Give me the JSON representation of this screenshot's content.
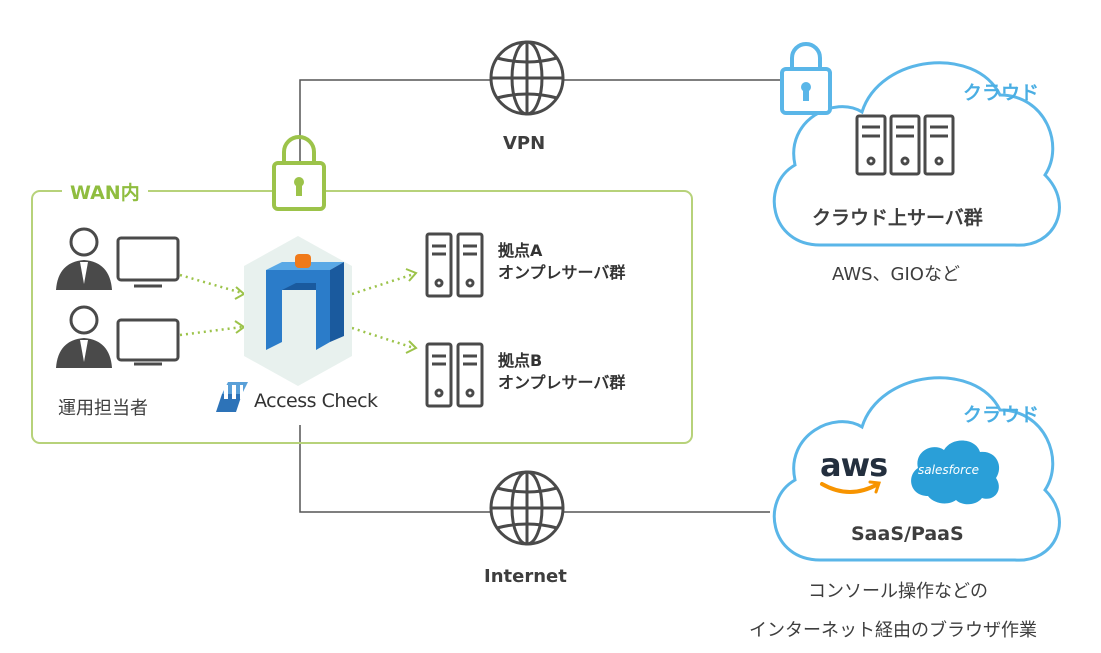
{
  "wan": {
    "label": "WAN内"
  },
  "operators": {
    "label": "運用担当者"
  },
  "product": {
    "name": "Access Check"
  },
  "sites": [
    {
      "line1": "拠点A",
      "line2": "オンプレサーバ群"
    },
    {
      "line1": "拠点B",
      "line2": "オンプレサーバ群"
    }
  ],
  "vpn": {
    "label": "VPN"
  },
  "internet": {
    "label": "Internet"
  },
  "cloud_top": {
    "tag": "クラウド",
    "title": "クラウド上サーバ群",
    "caption": "AWS、GIOなど"
  },
  "cloud_bottom": {
    "tag": "クラウド",
    "title": "SaaS/PaaS",
    "aws_logo_text": "aws",
    "salesforce_logo_text": "salesforce",
    "caption_line1": "コンソール操作などの",
    "caption_line2": "インターネット経由のブラウザ作業"
  },
  "colors": {
    "wan_green": "#9cc34a",
    "cloud_blue": "#5ab6e8",
    "line_gray": "#555555",
    "icon_dark": "#4a4a4a",
    "site_bg": "#eef3dd",
    "salesforce_blue": "#2a9fd8",
    "aws_orange": "#f79400",
    "logo_blue": "#2d73b8"
  }
}
